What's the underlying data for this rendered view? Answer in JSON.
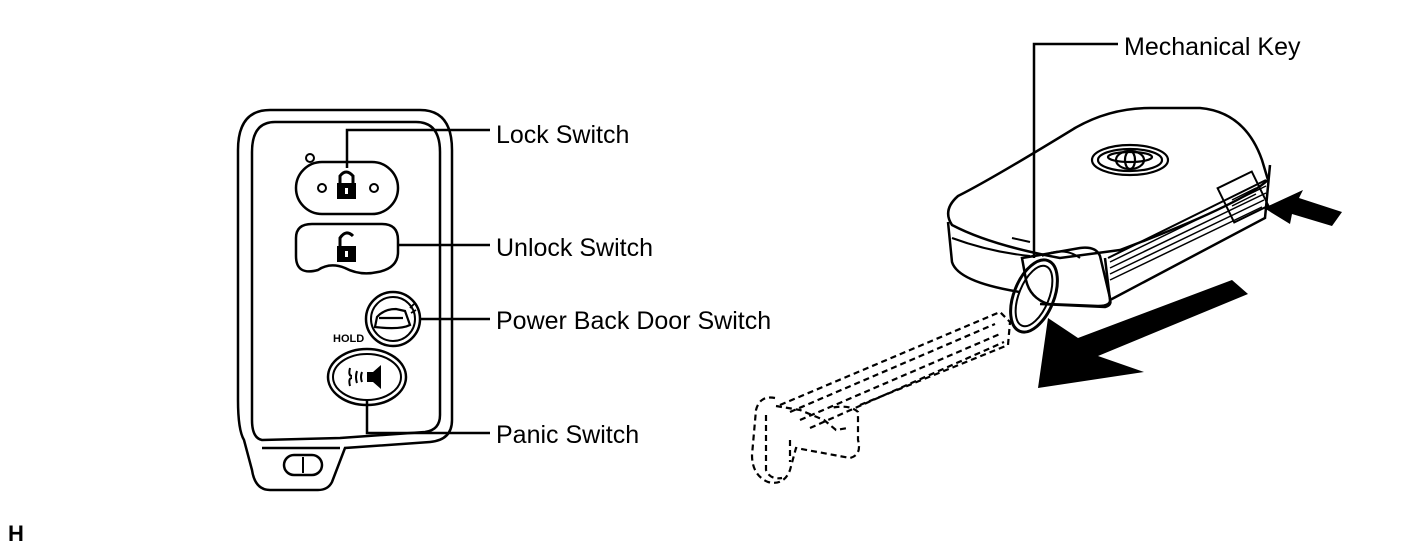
{
  "labels": {
    "lock_switch": "Lock Switch",
    "unlock_switch": "Unlock Switch",
    "power_back_door_switch": "Power Back Door Switch",
    "panic_switch": "Panic Switch",
    "mechanical_key": "Mechanical Key",
    "hold": "HOLD"
  },
  "figure_code": "H",
  "icons": [
    "lock-icon",
    "unlock-icon",
    "back-door-icon",
    "panic-icon",
    "toyota-logo-icon",
    "arrow-icon"
  ]
}
